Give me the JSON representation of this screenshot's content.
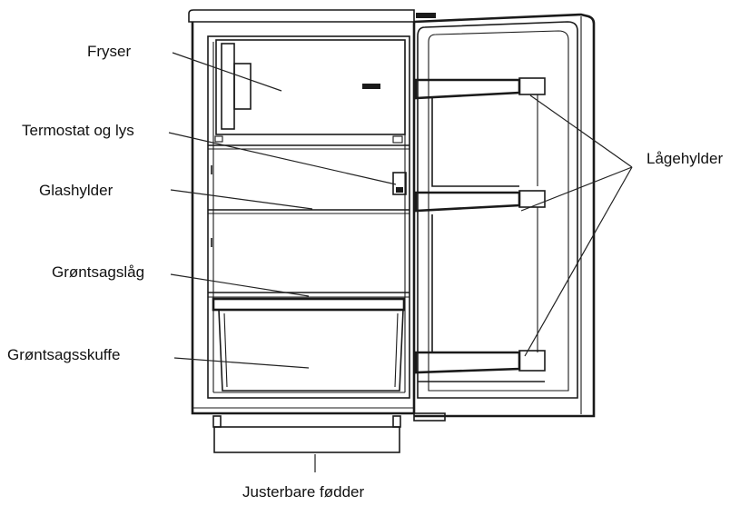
{
  "labels": {
    "freezer": "Fryser",
    "thermostat": "Termostat og lys",
    "glass_shelves": "Glashylder",
    "crisper_lid": "Grøntsagslåg",
    "crisper_drawer": "Grøntsagsskuffe",
    "door_shelves": "Lågehylder",
    "adjustable_feet": "Justerbare fødder"
  },
  "colors": {
    "line": "#1a1a1a",
    "text": "#111111",
    "background": "#ffffff"
  }
}
